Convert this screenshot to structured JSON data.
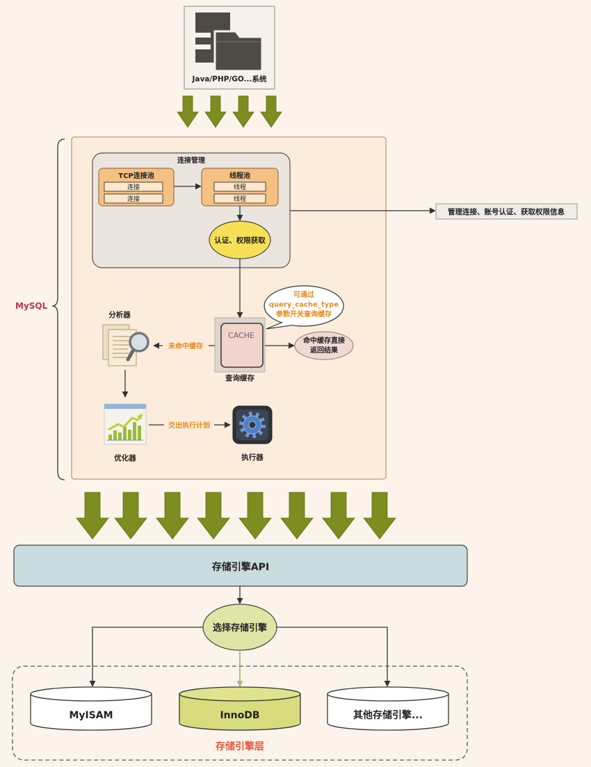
{
  "client": {
    "label": "Java/PHP/GO...系统",
    "icon": "document-folder-icon"
  },
  "mysql": {
    "label": "MySQL"
  },
  "connection_management": {
    "title": "连接管理",
    "tcp_pool": {
      "title": "TCP连接池",
      "items": [
        "连接",
        "连接"
      ]
    },
    "thread_pool": {
      "title": "线程池",
      "items": [
        "线程",
        "线程"
      ]
    },
    "auth": "认证、权限获取",
    "note": "管理连接、账号认证、获取权限信息"
  },
  "query_cache": {
    "box_text": "CACHE",
    "label": "查询缓存",
    "bubble_lines": [
      "可通过",
      "query_cache_type",
      "参数开关查询缓存"
    ],
    "hit_lines": [
      "命中缓存直接",
      "返回结果"
    ],
    "miss_label": "未命中缓存"
  },
  "analyzer": {
    "label": "分析器",
    "icon": "document-magnifier-icon"
  },
  "optimizer": {
    "label": "优化器",
    "icon": "bar-chart-icon",
    "handoff_label": "交出执行计划"
  },
  "executor": {
    "label": "执行器",
    "icon": "gear-icon"
  },
  "storage_api": {
    "label": "存储引擎API"
  },
  "engine_select": {
    "label": "选择存储引擎"
  },
  "engines": [
    {
      "name": "MyISAM"
    },
    {
      "name": "InnoDB"
    },
    {
      "name": "其他存储引擎..."
    }
  ],
  "storage_layer": {
    "label": "存储引擎层"
  },
  "colors": {
    "page_background": "#fcf4ea",
    "flow_arrow": "#7e8d1f",
    "mysql_label": "#b8364c",
    "annotation_text": "#e58a1f",
    "storage_layer_label": "#e5573e",
    "auth_ellipse": "#f7e056",
    "pool_fill": "#f4c183",
    "cache_fill": "#f3d4cc",
    "api_bar": "#c9dcdf",
    "engine_select": "#dfe6a5",
    "innodb_fill": "#d8dc7c"
  }
}
